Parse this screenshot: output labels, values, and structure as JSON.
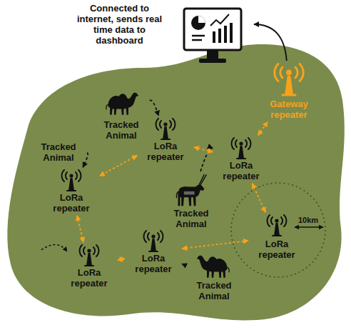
{
  "diagram": {
    "nodes": [
      {
        "text": [
          "Connected to internet, sends real time data to dashboard"
        ]
      },
      {
        "text": [
          "Gateway repeater"
        ]
      },
      {
        "text": [
          "Tracked Animal"
        ]
      },
      {
        "text": [
          "LoRa repeater"
        ]
      },
      {
        "text": [
          "Tracked Animal"
        ]
      },
      {
        "text": [
          "LoRa repeater"
        ]
      },
      {
        "text": [
          "LoRa repeater"
        ]
      },
      {
        "text": [
          "Tracked Animal"
        ]
      },
      {
        "text": [
          "LoRa repeater"
        ]
      },
      {
        "text": [
          "LoRa repeater"
        ]
      },
      {
        "text": [
          "LoRa repeater"
        ]
      },
      {
        "text": [
          "Tracked Animal"
        ]
      }
    ],
    "edges": [
      {
        "from": 1,
        "to": 0,
        "arrow": "to"
      },
      {
        "from": 2,
        "to": 3,
        "arrow": "to"
      },
      {
        "from": 4,
        "to": 6,
        "arrow": "to"
      },
      {
        "from": 7,
        "to": 5,
        "arrow": "to"
      },
      {
        "from": 11,
        "to": 9,
        "arrow": "to"
      },
      {
        "from": 3,
        "to": 6,
        "arrow": "both"
      },
      {
        "from": 3,
        "to": 5,
        "arrow": "both"
      },
      {
        "from": 5,
        "to": 1,
        "arrow": "both"
      },
      {
        "from": 5,
        "to": 8,
        "arrow": "both"
      },
      {
        "from": 6,
        "to": 10,
        "arrow": "both"
      },
      {
        "from": 10,
        "to": 9,
        "arrow": "both"
      },
      {
        "from": 9,
        "to": 8,
        "arrow": "both"
      }
    ],
    "labels": [
      "10km"
    ]
  }
}
